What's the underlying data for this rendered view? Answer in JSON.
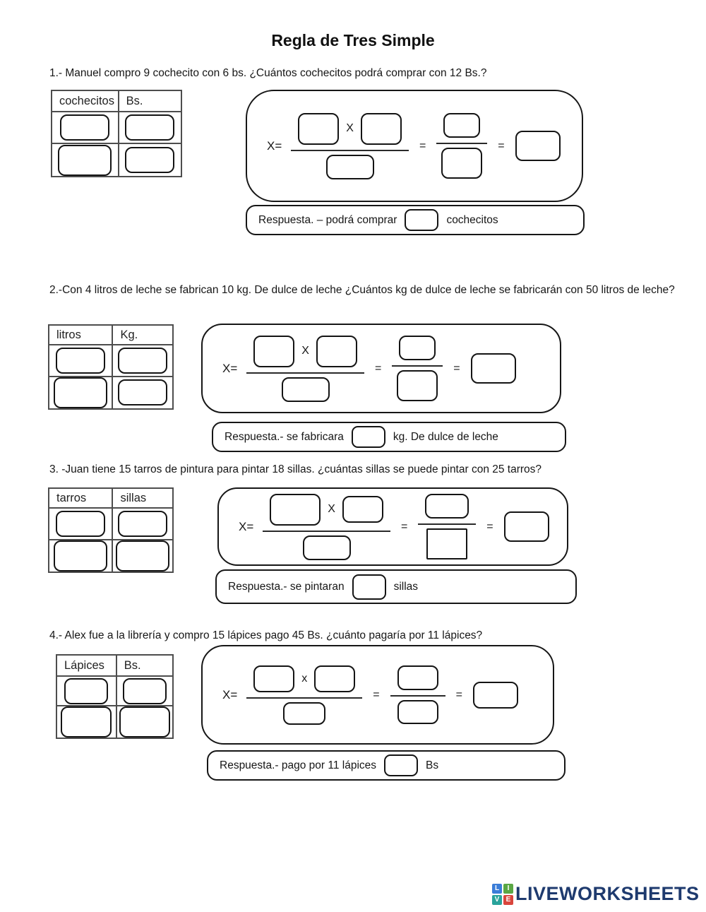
{
  "title": "Regla de Tres Simple",
  "problems": [
    {
      "question": "1.- Manuel compro 9 cochecito con 6 bs.  ¿Cuántos cochecitos podrá comprar con 12 Bs.?",
      "table": {
        "headers": [
          "cochecitos",
          "Bs."
        ]
      },
      "formula": {
        "x": "X=",
        "times": "X",
        "eq1": "=",
        "eq2": "="
      },
      "answer": {
        "prefix": "Respuesta. – podrá comprar",
        "suffix": "cochecitos"
      }
    },
    {
      "question": "2.-Con 4 litros de leche se fabrican 10 kg. De dulce de leche ¿Cuántos kg de dulce de leche se fabricarán con 50 litros de leche?",
      "table": {
        "headers": [
          "litros",
          "Kg."
        ]
      },
      "formula": {
        "x": "X=",
        "times": "X",
        "eq1": "=",
        "eq2": "="
      },
      "answer": {
        "prefix": "Respuesta.- se fabricara",
        "suffix": "kg. De dulce de leche"
      }
    },
    {
      "question": "3.  -Juan tiene 15 tarros de pintura para pintar 18 sillas. ¿cuántas sillas se puede pintar con 25 tarros?",
      "table": {
        "headers": [
          "tarros",
          "sillas"
        ]
      },
      "formula": {
        "x": "X=",
        "times": "X",
        "eq1": "=",
        "eq2": "="
      },
      "answer": {
        "prefix": "Respuesta.- se pintaran",
        "suffix": "sillas"
      }
    },
    {
      "question": "4.- Alex fue a la librería y compro 15 lápices pago 45 Bs. ¿cuánto pagaría por 11 lápices?",
      "table": {
        "headers": [
          "Lápices",
          "Bs."
        ]
      },
      "formula": {
        "x": "X=",
        "times": "x",
        "eq1": "=",
        "eq2": "="
      },
      "answer": {
        "prefix": "Respuesta.- pago por 11 lápices",
        "suffix": "Bs"
      }
    }
  ],
  "inputs": {
    "value": ""
  },
  "footer": {
    "logo_letters": [
      "L",
      "I",
      "V",
      "E"
    ],
    "brand": "LIVEWORKSHEETS",
    "colors": {
      "l": "#3b7dd8",
      "i": "#5aa744",
      "v": "#2aa39b",
      "e": "#d9453c",
      "brand": "#1e3a6e"
    }
  }
}
